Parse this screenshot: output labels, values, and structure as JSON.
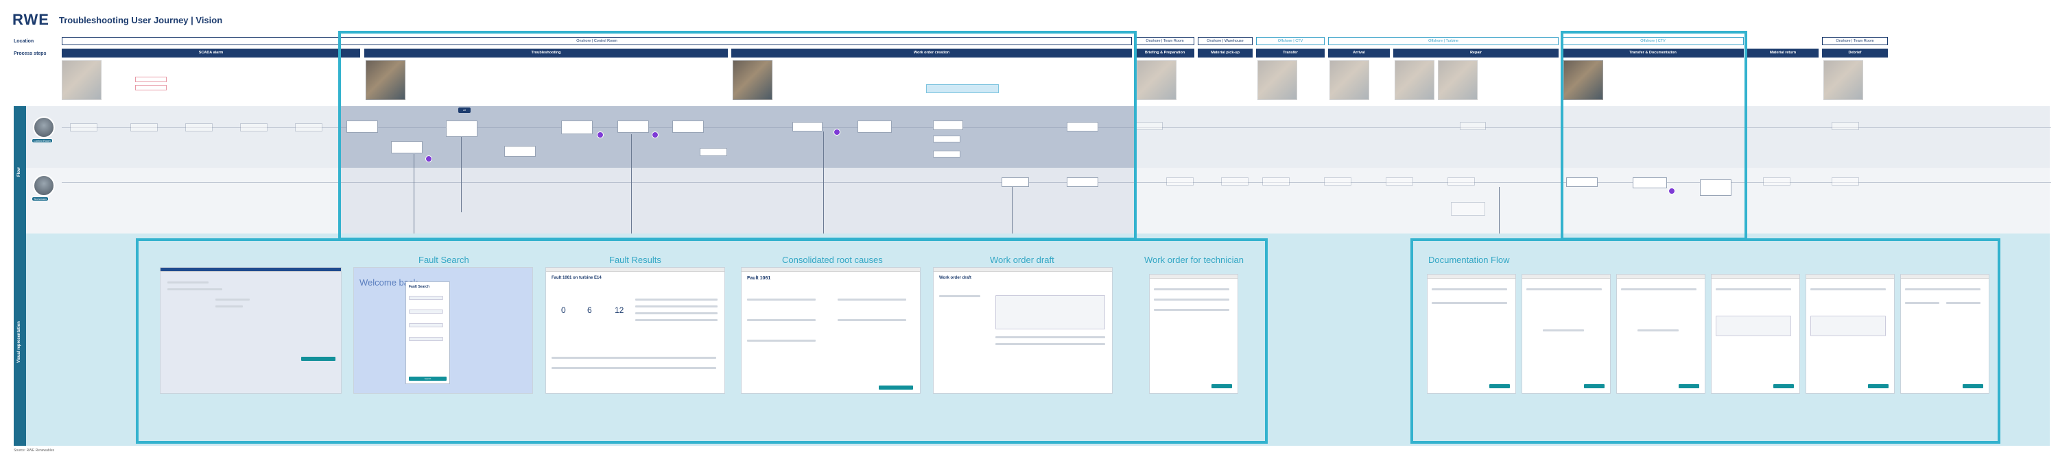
{
  "header": {
    "logo": "RWE",
    "title": "Troubleshooting User Journey | Vision"
  },
  "rows": {
    "location_label": "Location",
    "process_label": "Process steps",
    "flow_label": "Flow",
    "interface_label": "Visual representation"
  },
  "locations": [
    {
      "label": "Onshore | Control Room",
      "style": "on"
    },
    {
      "label": "Onshore | Team Room",
      "style": "on"
    },
    {
      "label": "Onshore | Warehouse",
      "style": "on"
    },
    {
      "label": "Offshore | CTV",
      "style": "off"
    },
    {
      "label": "Offshore | Turbine",
      "style": "off"
    },
    {
      "label": "Offshore | CTV",
      "style": "off"
    },
    {
      "label": "Onshore | Team Room",
      "style": "on"
    }
  ],
  "process_steps": [
    {
      "label": "SCADA alarm"
    },
    {
      "label": "Troubleshooting"
    },
    {
      "label": "Work order creation"
    },
    {
      "label": "Briefing & Preparation"
    },
    {
      "label": "Material pick-up"
    },
    {
      "label": "Transfer"
    },
    {
      "label": "Arrival"
    },
    {
      "label": "Repair"
    },
    {
      "label": "Transfer & Documentation"
    },
    {
      "label": "Material return"
    },
    {
      "label": "Debrief"
    }
  ],
  "personas": [
    {
      "label": "Control Room"
    },
    {
      "label": "Technician"
    }
  ],
  "notes": {
    "lane_badge": "AI"
  },
  "sections": [
    {
      "title": "Fault Search"
    },
    {
      "title": "Fault Results"
    },
    {
      "title": "Consolidated root causes"
    },
    {
      "title": "Work order draft"
    },
    {
      "title": "Work order for technician"
    },
    {
      "title": "Documentation Flow"
    }
  ],
  "screens": {
    "fault_search": {
      "welcome": "Welcome back",
      "dialog_title": "Fault Search",
      "search_btn": "Search"
    },
    "fault_results": {
      "heading": "Fault 1061 on turbine E14",
      "kpi": [
        "0",
        "6",
        "12"
      ]
    },
    "root_causes": {
      "heading": "Fault 1061"
    },
    "work_order": {
      "heading": "Work order draft"
    }
  },
  "footer": "Source: RWE Renewables",
  "colors": {
    "navy": "#1d3c6e",
    "cyan": "#33b2ce",
    "teal": "#1d6d8e",
    "purple": "#7e3bd5"
  }
}
